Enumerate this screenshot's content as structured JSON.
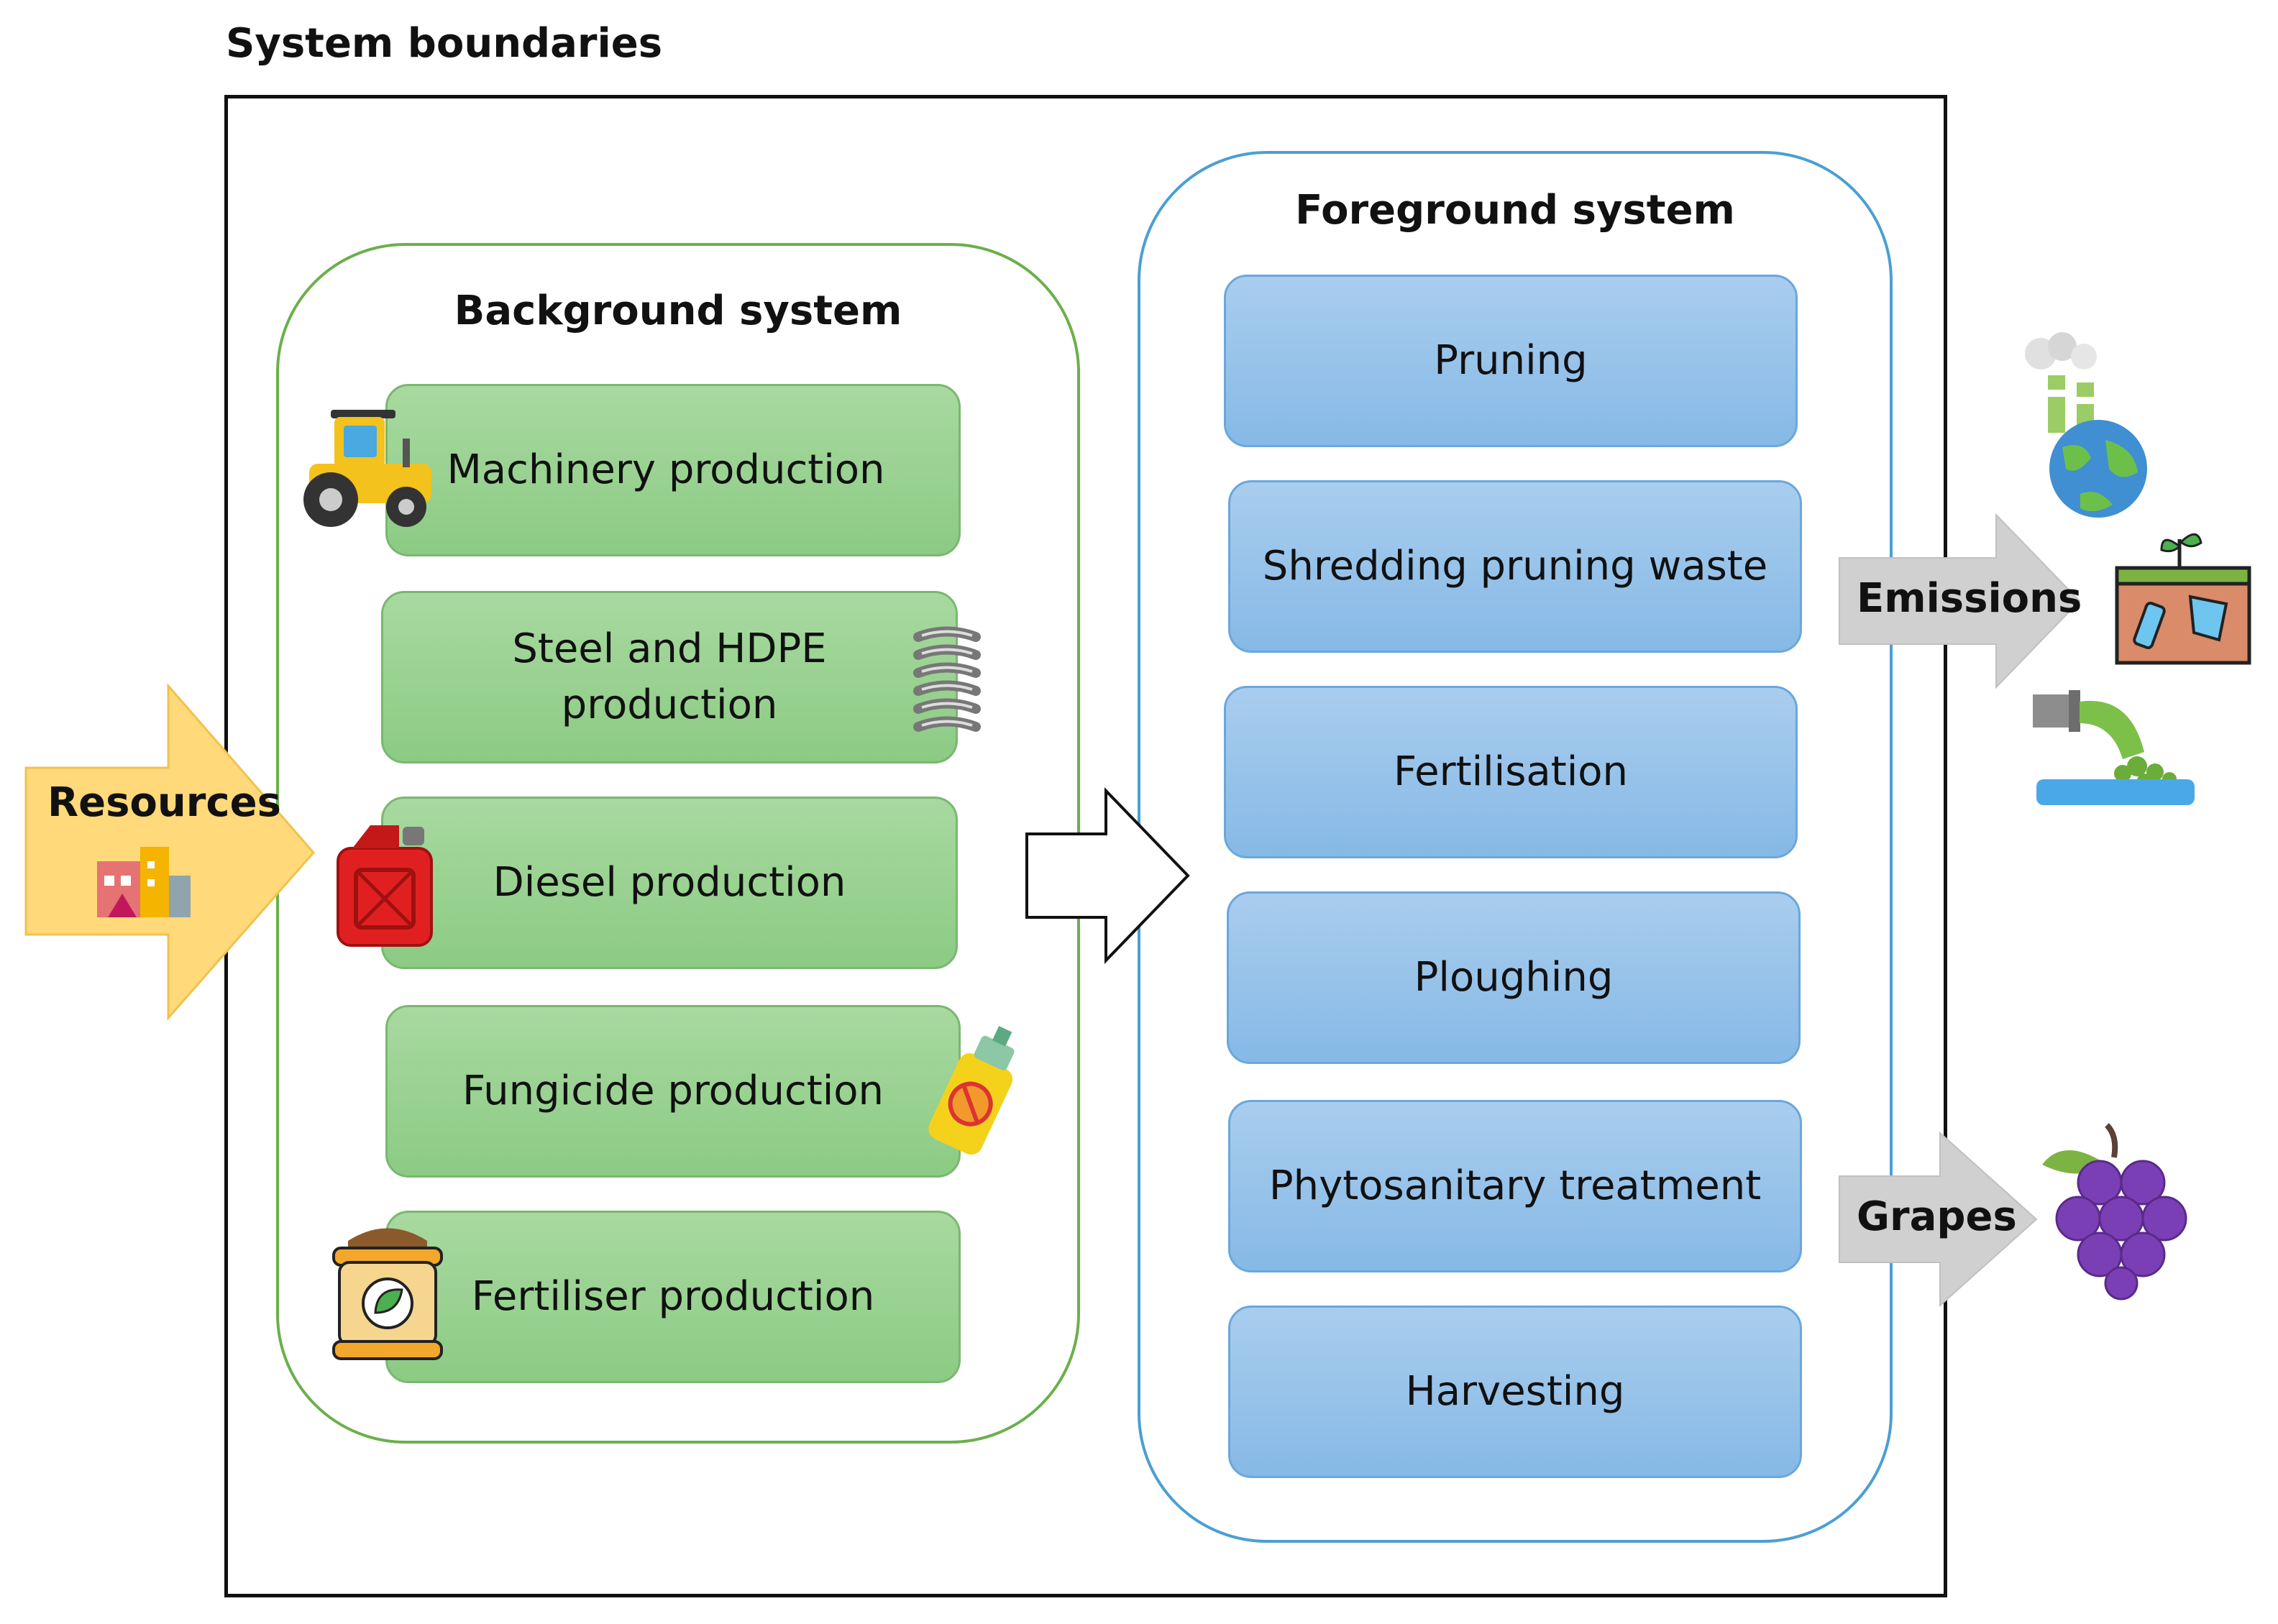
{
  "title": "System boundaries",
  "background_system": {
    "title": "Background system",
    "items": [
      {
        "label": "Machinery production",
        "icon": "tractor-icon"
      },
      {
        "label": "Steel and HDPE production",
        "icon": "spring-coil-icon"
      },
      {
        "label": "Diesel production",
        "icon": "fuel-canister-icon"
      },
      {
        "label": "Fungicide production",
        "icon": "spray-can-icon"
      },
      {
        "label": "Fertiliser production",
        "icon": "fertiliser-sack-icon"
      }
    ]
  },
  "foreground_system": {
    "title": "Foreground system",
    "items": [
      {
        "label": "Pruning"
      },
      {
        "label": "Shredding pruning waste"
      },
      {
        "label": "Fertilisation"
      },
      {
        "label": "Ploughing"
      },
      {
        "label": "Phytosanitary treatment"
      },
      {
        "label": "Harvesting"
      }
    ]
  },
  "inputs": {
    "resources_label": "Resources"
  },
  "outputs": {
    "emissions_label": "Emissions",
    "grapes_label": "Grapes"
  },
  "colors": {
    "background_box": "#9dd394",
    "foreground_box": "#9cc5ec",
    "resources_arrow": "#ffd97a",
    "output_arrow": "#d0d0d0"
  }
}
